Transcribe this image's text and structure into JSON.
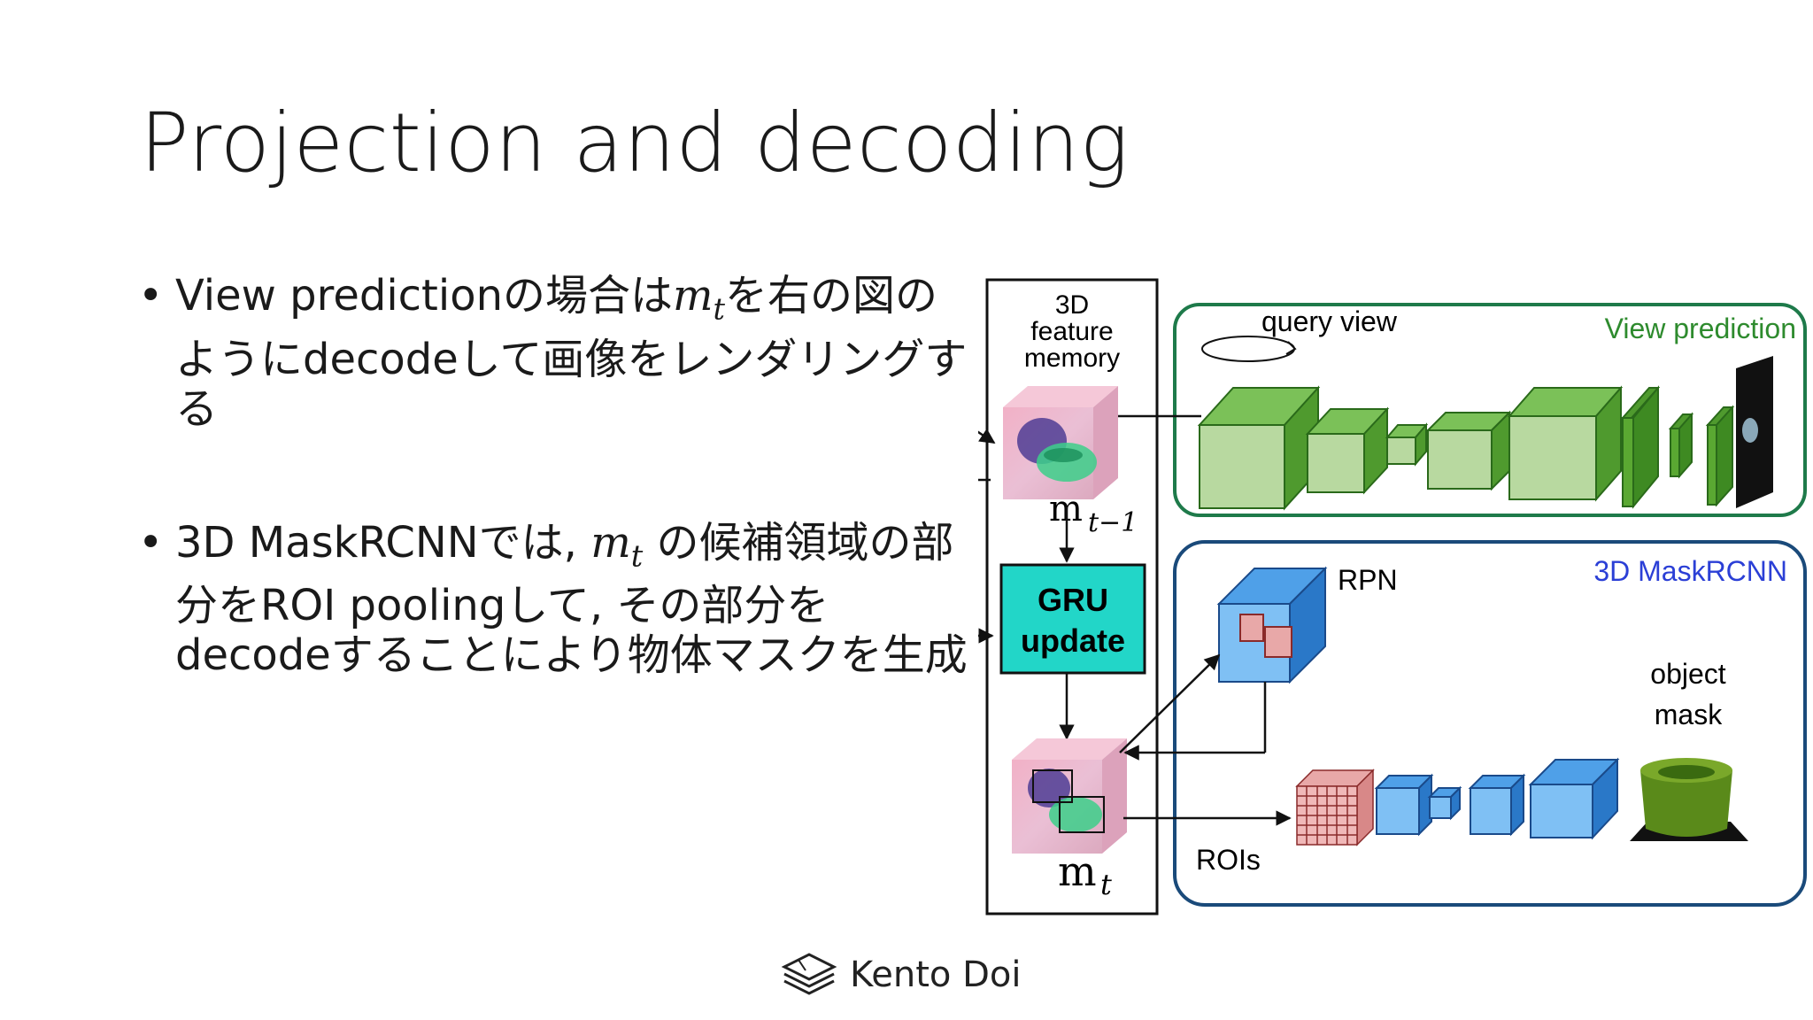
{
  "slide": {
    "title": "Projection and decoding",
    "bullets": [
      {
        "pre": "View predictionの場合は",
        "math": "m",
        "sub": "t",
        "post": "を右の図のようにdecodeして画像をレンダリングする"
      },
      {
        "pre": "3D MaskRCNNでは, ",
        "math": "m",
        "sub": "t",
        "post": " の候補領域の部分をROI poolingして, その部分をdecodeすることにより物体マスクを生成"
      }
    ]
  },
  "diagram": {
    "memory_label_1": "3D",
    "memory_label_2": "feature",
    "memory_label_3": "memory",
    "m_prev": "m",
    "m_prev_sub": "t−1",
    "gru_1": "GRU",
    "gru_2": "update",
    "m_cur": "m",
    "m_cur_sub": "t",
    "query_view": "query view",
    "view_prediction": "View prediction",
    "maskrcnn": "3D MaskRCNN",
    "rpn": "RPN",
    "rois": "ROIs",
    "object_mask_1": "object",
    "object_mask_2": "mask"
  },
  "footer": {
    "presenter": "Kento Doi"
  },
  "colors": {
    "green_panel": "#1e7a4a",
    "blue_panel": "#1a4a7a",
    "gru_fill": "#22d6c8",
    "maskrcnn_title": "#2b3fd6",
    "view_pred_title": "#2e8b2e"
  }
}
